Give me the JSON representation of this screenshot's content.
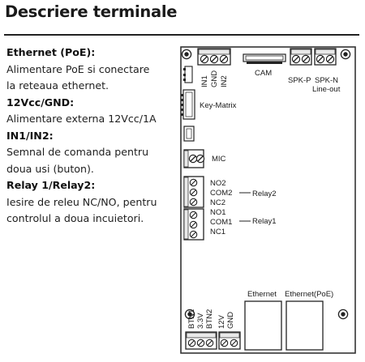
{
  "title": "Descriere terminale",
  "descriptions": [
    {
      "heading": "Ethernet (PoE):",
      "lines": [
        "Alimentare PoE si conectare",
        "la reteaua ethernet."
      ]
    },
    {
      "heading": "12Vcc/GND:",
      "lines": [
        "Alimentare externa 12Vcc/1A"
      ]
    },
    {
      "heading": "IN1/IN2:",
      "lines": [
        "Semnal de comanda pentru",
        "doua usi (buton)."
      ]
    },
    {
      "heading": "Relay 1/Relay2:",
      "lines": [
        "Iesire de releu NC/NO, pentru",
        "controlul a doua incuietori."
      ]
    }
  ],
  "board": {
    "top_terminals": [
      "IN1",
      "GND",
      "IN2"
    ],
    "cam": "CAM",
    "spk_p": "SPK-P",
    "spk_n": "SPK-N",
    "line_out": "Line-out",
    "key_matrix": "Key-Matrix",
    "mic": "MIC",
    "relay2_pins": [
      "NO2",
      "COM2",
      "NC2"
    ],
    "relay2": "Relay2",
    "relay1_pins": [
      "NO1",
      "COM1",
      "NC1"
    ],
    "relay1": "Relay1",
    "ethernet": "Ethernet",
    "ethernet_poe": "Ethernet(PoE)",
    "bottom_left_terminals": [
      "BTN1",
      "3.3V",
      "BTN2"
    ],
    "bottom_right_terminals": [
      "12V",
      "GND"
    ]
  }
}
